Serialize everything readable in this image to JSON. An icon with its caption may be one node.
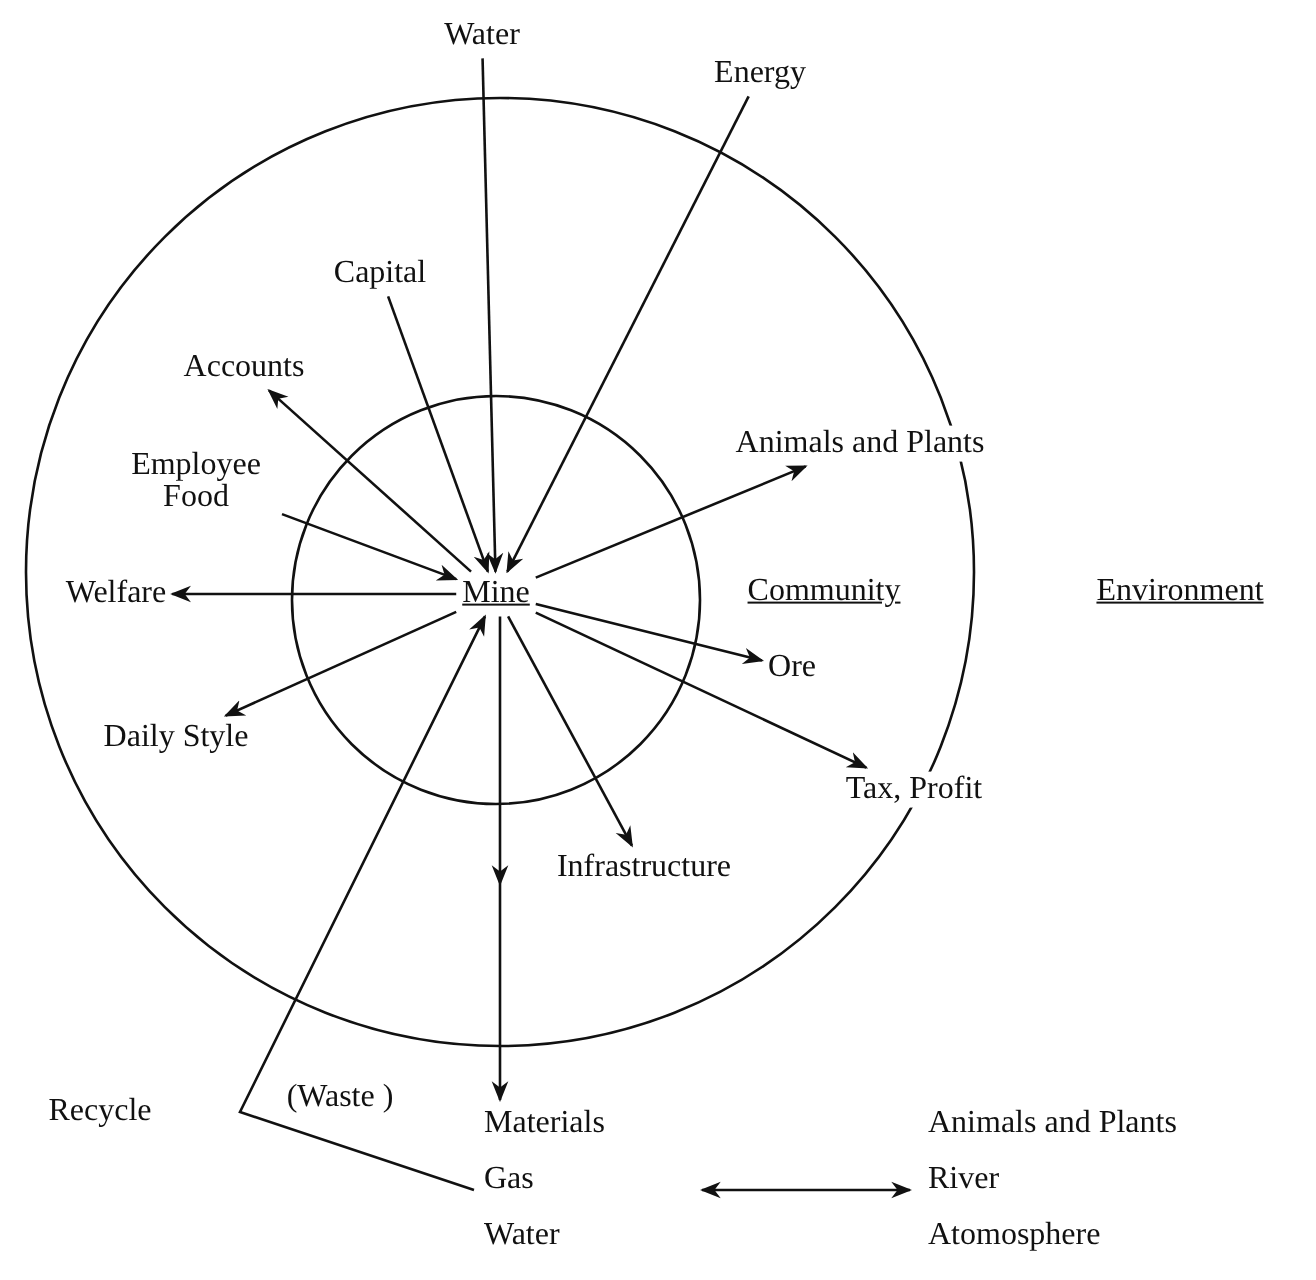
{
  "diagram": {
    "nodes": [
      {
        "text": [],
        "shape": "circle"
      },
      {
        "text": [
          "Environment"
        ]
      },
      {
        "text": [],
        "shape": "circle",
        "in": 0
      },
      {
        "text": [
          "Community"
        ],
        "in": 0
      },
      {
        "text": [
          "Mine"
        ],
        "in": 2
      },
      {
        "text": [
          "Water"
        ]
      },
      {
        "text": [
          "Energy"
        ]
      },
      {
        "text": [
          "Capital"
        ],
        "in": 0
      },
      {
        "text": [
          "Accounts"
        ],
        "in": 0
      },
      {
        "text": [
          "Employee Food"
        ],
        "in": 0
      },
      {
        "text": [
          "Welfare"
        ],
        "in": 0
      },
      {
        "text": [
          "Daily Style"
        ],
        "in": 0
      },
      {
        "text": [
          "Animals and Plants"
        ],
        "in": 0
      },
      {
        "text": [
          "Ore"
        ],
        "in": 0
      },
      {
        "text": [
          "Tax, Profit"
        ],
        "in": 0
      },
      {
        "text": [
          "Infrastructure"
        ],
        "in": 0
      },
      {
        "text": [
          "Materials",
          "Gas",
          "Water"
        ]
      },
      {
        "text": [
          "Animals and Plants",
          "River",
          "Atomosphere"
        ]
      },
      {
        "text": [
          "Recycle"
        ]
      },
      {
        "text": [
          "(Waste )"
        ]
      }
    ],
    "edges": [
      {
        "from": 5,
        "to": 4,
        "arrow": "to"
      },
      {
        "from": 6,
        "to": 4,
        "arrow": "to"
      },
      {
        "from": 7,
        "to": 4,
        "arrow": "to"
      },
      {
        "from": 4,
        "to": 8,
        "arrow": "to"
      },
      {
        "from": 9,
        "to": 4,
        "arrow": "to"
      },
      {
        "from": 4,
        "to": 10,
        "arrow": "to"
      },
      {
        "from": 4,
        "to": 11,
        "arrow": "to"
      },
      {
        "from": 4,
        "to": 12,
        "arrow": "to"
      },
      {
        "from": 4,
        "to": 13,
        "arrow": "to"
      },
      {
        "from": 4,
        "to": 14,
        "arrow": "to"
      },
      {
        "from": 4,
        "to": 15,
        "arrow": "to"
      },
      {
        "from": 4,
        "to": 16,
        "arrow": "to"
      },
      {
        "from": 16,
        "to": 4,
        "arrow": "to"
      },
      {
        "from": 16,
        "to": 17,
        "arrow": "both"
      }
    ]
  }
}
